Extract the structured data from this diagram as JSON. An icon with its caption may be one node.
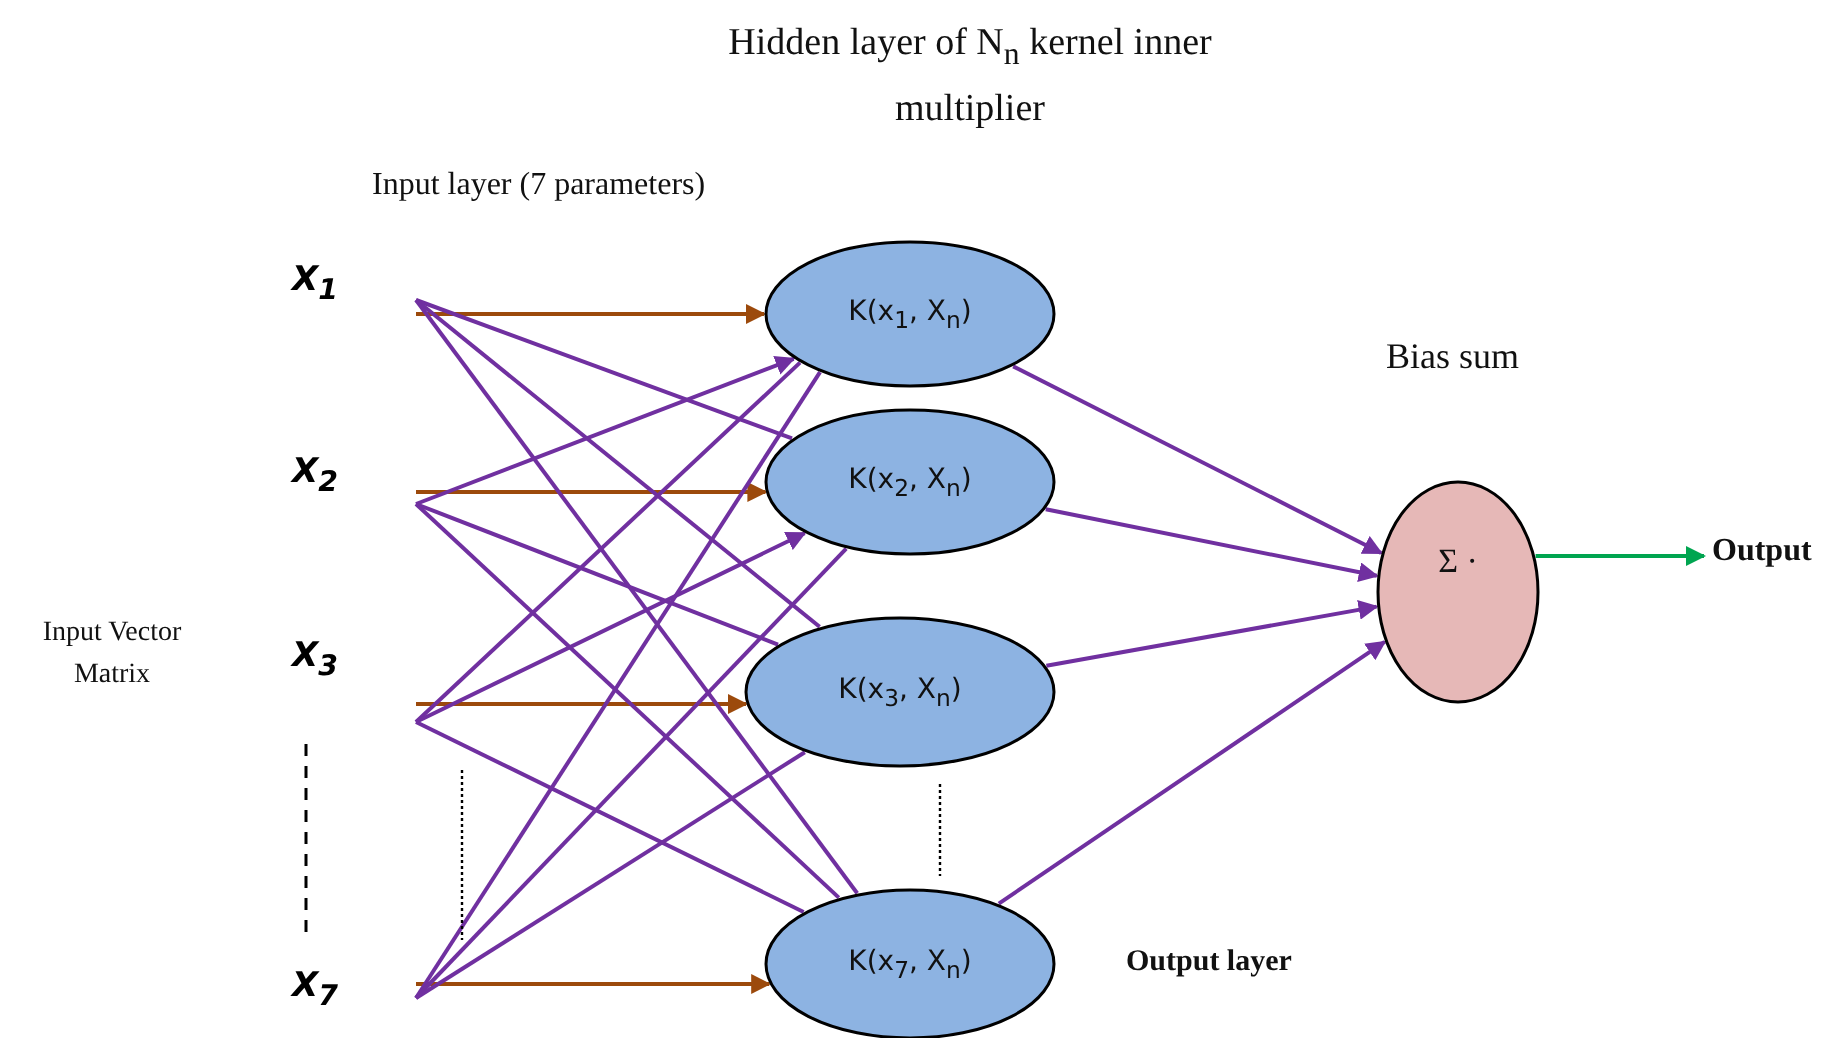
{
  "diagram": {
    "title": "Hidden layer of N$_{n}$ kernel inner multiplier",
    "nodes": [
      {
        "text": [
          "X$_{1}$"
        ]
      },
      {
        "text": [
          "X$_{2}$"
        ]
      },
      {
        "text": [
          "X$_{3}$"
        ]
      },
      {
        "text": [
          "X$_{7}$"
        ]
      },
      {
        "text": [
          "K(x$_{1}$, X$_{n}$)"
        ]
      },
      {
        "text": [
          "K(x$_{2}$, X$_{n}$)"
        ]
      },
      {
        "text": [
          "K(x$_{3}$, X$_{n}$)"
        ]
      },
      {
        "text": [
          "K(x$_{7}$, X$_{n}$)"
        ]
      },
      {
        "text": [
          "Σ ·"
        ],
        "beside": [
          "Bias sum"
        ]
      },
      {
        "text": [
          "Output"
        ]
      }
    ],
    "edges": [
      {
        "from": 0,
        "to": 4,
        "arrow": "to",
        "color": "#9c4a0c"
      },
      {
        "from": 1,
        "to": 5,
        "arrow": "to",
        "color": "#9c4a0c"
      },
      {
        "from": 2,
        "to": 6,
        "arrow": "to",
        "color": "#9c4a0c"
      },
      {
        "from": 3,
        "to": 7,
        "arrow": "to",
        "color": "#9c4a0c"
      },
      {
        "from": 0,
        "to": 5,
        "arrow": "none"
      },
      {
        "from": 0,
        "to": 6,
        "arrow": "none"
      },
      {
        "from": 0,
        "to": 7,
        "arrow": "none"
      },
      {
        "from": 1,
        "to": 4,
        "arrow": "to"
      },
      {
        "from": 1,
        "to": 6,
        "arrow": "none"
      },
      {
        "from": 1,
        "to": 7,
        "arrow": "none"
      },
      {
        "from": 2,
        "to": 4,
        "arrow": "none"
      },
      {
        "from": 2,
        "to": 5,
        "arrow": "to"
      },
      {
        "from": 2,
        "to": 7,
        "arrow": "none"
      },
      {
        "from": 3,
        "to": 4,
        "arrow": "none"
      },
      {
        "from": 3,
        "to": 5,
        "arrow": "none"
      },
      {
        "from": 3,
        "to": 6,
        "arrow": "none"
      },
      {
        "from": 4,
        "to": 8,
        "arrow": "to"
      },
      {
        "from": 5,
        "to": 8,
        "arrow": "to"
      },
      {
        "from": 6,
        "to": 8,
        "arrow": "to"
      },
      {
        "from": 7,
        "to": 8,
        "arrow": "to"
      },
      {
        "from": 8,
        "to": 9,
        "arrow": "to",
        "color": "#00a550"
      }
    ],
    "labels": [
      "Input layer (7 parameters)",
      "Input Vector Matrix",
      "Output layer"
    ]
  }
}
